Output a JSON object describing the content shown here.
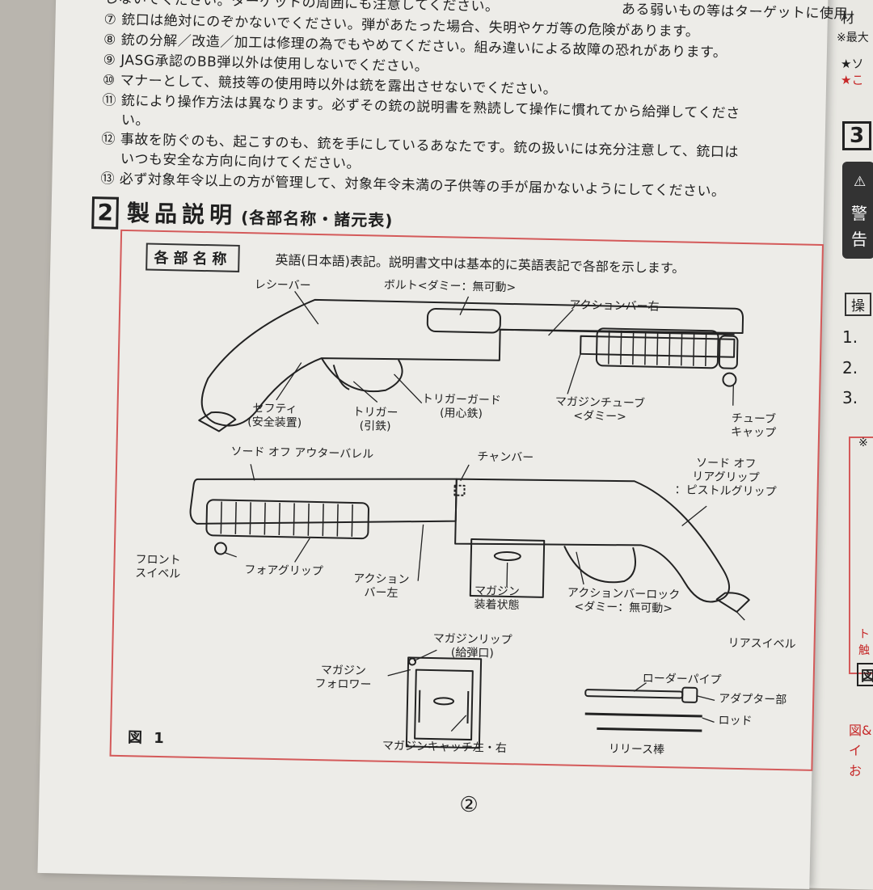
{
  "rules": {
    "top_fragment_left": "しないでください。ターゲットの周囲にも注意してください。",
    "top_fragment_right": "ある弱いもの等はターゲットに使用",
    "r7": "⑦ 銃口は絶対にのぞかないでください。弾があたった場合、失明やケガ等の危険があります。",
    "r8": "⑧ 銃の分解／改造／加工は修理の為でもやめてください。組み違いによる故障の恐れがあります。",
    "r9": "⑨ JASG承認のBB弾以外は使用しないでください。",
    "r10": "⑩ マナーとして、競技等の使用時以外は銃を露出させないでください。",
    "r11a": "⑪ 銃により操作方法は異なります。必ずその銃の説明書を熟読して操作に慣れてから給弾してくださ",
    "r11b": "い。",
    "r12a": "⑫ 事故を防ぐのも、起こすのも、銃を手にしているあなたです。銃の扱いには充分注意して、銃口は",
    "r12b": "いつも安全な方向に向けてください。",
    "r13": "⑬ 必ず対象年令以上の方が管理して、対象年令未満の子供等の手が届かないようにしてください。"
  },
  "section": {
    "number": "2",
    "title": "製品説明",
    "subtitle": "(各部名称・諸元表)"
  },
  "parts_box": {
    "tag": "各部名称",
    "note": "英語(日本語)表記。説明書文中は基本的に英語表記で各部を示します。",
    "figure_label": "図 1"
  },
  "labels": {
    "receiver": "レシーバー",
    "bolt": "ボルト<ダミー：無可動>",
    "action_bar_right": "アクションバー右",
    "safety": "セフティ\n(安全装置)",
    "trigger": "トリガー\n(引鉄)",
    "trigger_guard": "トリガーガード\n(用心鉄)",
    "magazine_tube": "マガジンチューブ\n<ダミー>",
    "tube_cap": "チューブ\nキャップ",
    "sawed_off_outer_barrel": "ソード オフ アウターバレル",
    "chamber": "チャンバー",
    "sawed_off_rear_grip": "ソード オフ\nリアグリップ\n：ピストルグリップ",
    "front_swivel": "フロント\nスイベル",
    "foregrip": "フォアグリップ",
    "action_bar_left": "アクション\nバー左",
    "magazine_attached": "マガジン\n装着状態",
    "action_bar_lock": "アクションバーロック\n<ダミー：無可動>",
    "rear_swivel": "リアスイベル",
    "magazine_lip": "マガジンリップ\n(給弾口)",
    "magazine_follower": "マガジン\nフォロワー",
    "magazine_catch": "マガジンキャッチ左・右",
    "loader_pipe": "ローダーパイプ",
    "adapter": "アダプター部",
    "rod": "ロッド",
    "release_rod": "リリース棒"
  },
  "page_number": "②",
  "right_page": {
    "material": "材",
    "max_note": "※最大",
    "star1": "★ソ",
    "star2": "★こ",
    "section3": "3",
    "warn_icon_text": "⚠",
    "warn1": "警",
    "warn2": "告",
    "ops_tag": "操",
    "step1": "1.",
    "step2": "2.",
    "step3": "3.",
    "asterisk": "※",
    "red1": "ト",
    "red2": "触",
    "fig": "図",
    "red3": "図&",
    "red4": "イ",
    "red5": "お"
  }
}
